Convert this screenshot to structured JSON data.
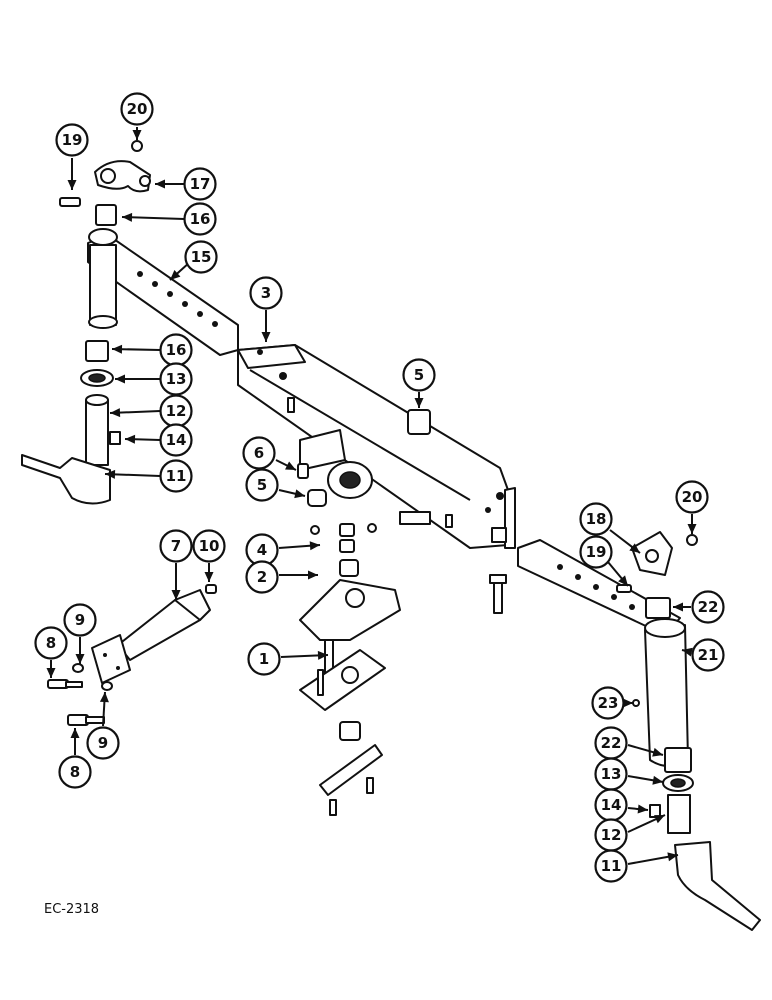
{
  "figure_code": "EC-2318",
  "callouts": [
    {
      "id": "c20a",
      "number": "20"
    },
    {
      "id": "c19a",
      "number": "19"
    },
    {
      "id": "c17",
      "number": "17"
    },
    {
      "id": "c16a",
      "number": "16"
    },
    {
      "id": "c15",
      "number": "15"
    },
    {
      "id": "c16b",
      "number": "16"
    },
    {
      "id": "c13a",
      "number": "13"
    },
    {
      "id": "c12a",
      "number": "12"
    },
    {
      "id": "c14a",
      "number": "14"
    },
    {
      "id": "c11a",
      "number": "11"
    },
    {
      "id": "c3",
      "number": "3"
    },
    {
      "id": "c5a",
      "number": "5"
    },
    {
      "id": "c6",
      "number": "6"
    },
    {
      "id": "c5b",
      "number": "5"
    },
    {
      "id": "c4",
      "number": "4"
    },
    {
      "id": "c2",
      "number": "2"
    },
    {
      "id": "c1",
      "number": "1"
    },
    {
      "id": "c7",
      "number": "7"
    },
    {
      "id": "c10",
      "number": "10"
    },
    {
      "id": "c9a",
      "number": "9"
    },
    {
      "id": "c8a",
      "number": "8"
    },
    {
      "id": "c8b",
      "number": "8"
    },
    {
      "id": "c9b",
      "number": "9"
    },
    {
      "id": "c18",
      "number": "18"
    },
    {
      "id": "c20b",
      "number": "20"
    },
    {
      "id": "c19b",
      "number": "19"
    },
    {
      "id": "c22a",
      "number": "22"
    },
    {
      "id": "c21",
      "number": "21"
    },
    {
      "id": "c23",
      "number": "23"
    },
    {
      "id": "c22b",
      "number": "22"
    },
    {
      "id": "c13b",
      "number": "13"
    },
    {
      "id": "c14b",
      "number": "14"
    },
    {
      "id": "c12b",
      "number": "12"
    },
    {
      "id": "c11b",
      "number": "11"
    }
  ]
}
